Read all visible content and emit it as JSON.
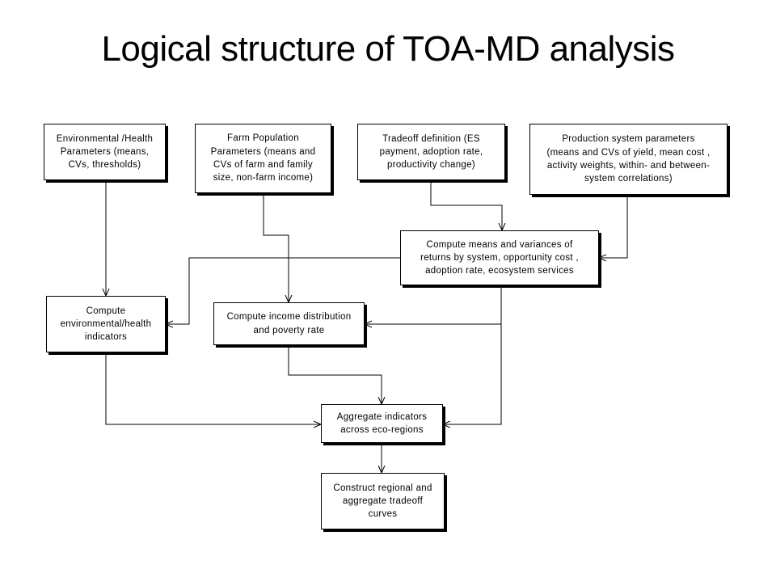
{
  "title": "Logical structure of TOA-MD analysis",
  "boxes": {
    "env_params": "Environmental /Health\nParameters (means,\nCVs, thresholds)",
    "farm_params": "Farm Population\nParameters (means and\nCVs of farm and family\nsize, non-farm income)",
    "tradeoff_def": "Tradeoff definition (ES\npayment, adoption rate,\nproductivity change)",
    "prod_params": "Production system parameters\n(means and CVs of yield, mean cost ,\nactivity weights, within- and between-\nsystem correlations)",
    "compute_means": "Compute means and variances of\nreturns  by system, opportunity cost ,\nadoption rate, ecosystem services",
    "compute_env": "Compute\nenvironmental/health\nindicators",
    "compute_income": "Compute income distribution\nand poverty rate",
    "aggregate": "Aggregate indicators\nacross eco-regions",
    "construct": "Construct regional and\naggregate tradeoff\ncurves"
  }
}
